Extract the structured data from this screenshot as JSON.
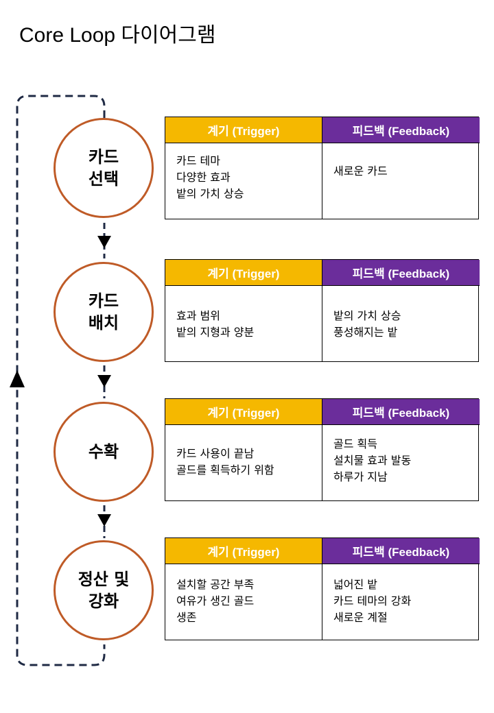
{
  "title": "Core Loop 다이어그램",
  "colors": {
    "stage_border": "#bf5b27",
    "trigger_header": "#f5b800",
    "feedback_header": "#6b2d9b",
    "loop_line": "#1f2a44"
  },
  "icons": [
    "arrow-down-icon",
    "arrow-up-icon"
  ],
  "stages": [
    {
      "name_lines": [
        "카드",
        "선택"
      ],
      "trigger_header": "계기 (Trigger)",
      "feedback_header": "피드백 (Feedback)",
      "triggers": [
        "카드 테마",
        "다양한 효과",
        "밭의 가치 상승"
      ],
      "feedbacks": [
        "새로운 카드"
      ]
    },
    {
      "name_lines": [
        "카드",
        "배치"
      ],
      "trigger_header": "계기 (Trigger)",
      "feedback_header": "피드백 (Feedback)",
      "triggers": [
        "효과 범위",
        "밭의 지형과 양분"
      ],
      "feedbacks": [
        "밭의 가치 상승",
        "풍성해지는 밭"
      ]
    },
    {
      "name_lines": [
        "수확"
      ],
      "trigger_header": "계기 (Trigger)",
      "feedback_header": "피드백 (Feedback)",
      "triggers": [
        "카드 사용이 끝남",
        "골드를 획득하기 위함"
      ],
      "feedbacks": [
        "골드 획득",
        "설치물 효과 발동",
        "하루가 지남"
      ]
    },
    {
      "name_lines": [
        "정산 및",
        "강화"
      ],
      "trigger_header": "계기 (Trigger)",
      "feedback_header": "피드백 (Feedback)",
      "triggers": [
        "설치할 공간 부족",
        "여유가 생긴 골드",
        "생존"
      ],
      "feedbacks": [
        "넓어진 밭",
        "카드 테마의 강화",
        "새로운 계절"
      ]
    }
  ]
}
